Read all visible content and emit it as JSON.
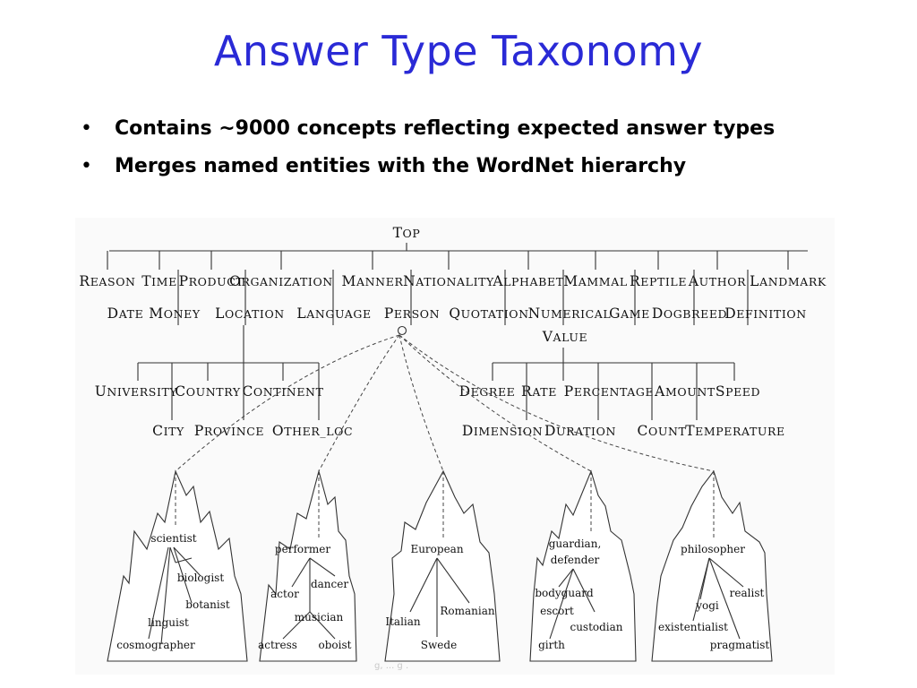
{
  "slide": {
    "title": "Answer Type Taxonomy",
    "bullets": [
      "Contains ~9000 concepts reflecting expected answer types",
      "Merges named entities with the WordNet hierarchy"
    ],
    "footer": "g, ... g ."
  },
  "diagram": {
    "root": "TOP",
    "top_row": [
      "REASON",
      "TIME",
      "PRODUCT",
      "ORGANIZATION",
      "MANNER",
      "NATIONALITY",
      "ALPHABET",
      "MAMMAL",
      "REPTILE",
      "AUTHOR",
      "LANDMARK"
    ],
    "second_row": [
      "DATE",
      "MONEY",
      "LOCATION",
      "LANGUAGE",
      "PERSON",
      "QUOTATION",
      "NUMERICAL",
      "GAME",
      "DOGBREED",
      "DEFINITION"
    ],
    "numerical_value_line2": "VALUE",
    "location_children": [
      "UNIVERSITY",
      "COUNTRY",
      "CONTINENT",
      "CITY",
      "PROVINCE",
      "OTHER_LOC"
    ],
    "numerical_children": [
      "DEGREE",
      "RATE",
      "PERCENTAGE",
      "AMOUNT",
      "SPEED",
      "DIMENSION",
      "DURATION",
      "COUNT",
      "TEMPERATURE"
    ],
    "hierarchies": [
      {
        "head": "scientist",
        "leaves": [
          "biologist",
          "botanist",
          "linguist",
          "cosmographer"
        ]
      },
      {
        "head": "performer",
        "leaves": [
          "dancer",
          "actor",
          "musician",
          "actress",
          "oboist"
        ]
      },
      {
        "head": "European",
        "leaves": [
          "Romanian",
          "Italian",
          "Swede"
        ]
      },
      {
        "head": "guardian,",
        "head_line2": "defender",
        "leaves": [
          "bodyguard",
          "escort",
          "custodian",
          "girth"
        ]
      },
      {
        "head": "philosopher",
        "leaves": [
          "realist",
          "yogi",
          "existentialist",
          "pragmatist"
        ]
      }
    ]
  }
}
